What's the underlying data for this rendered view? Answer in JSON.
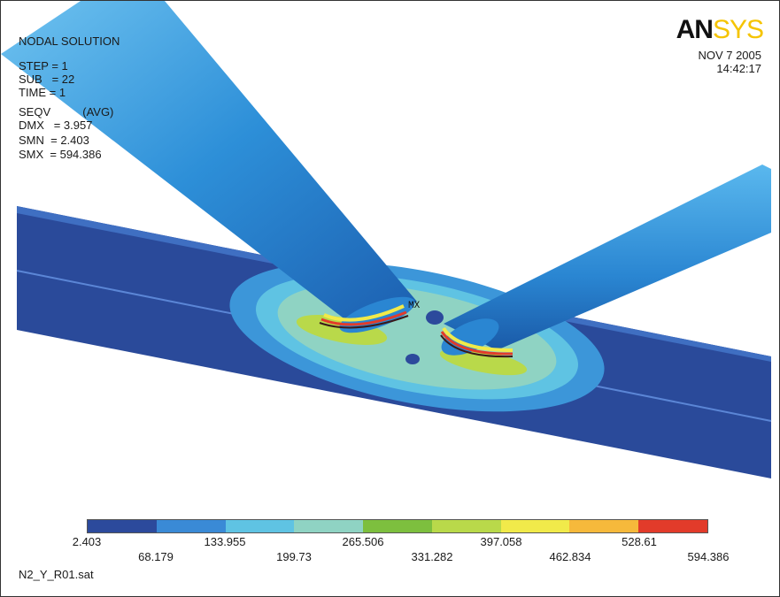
{
  "header": {
    "title": "NODAL SOLUTION",
    "step": "STEP = 1",
    "sub": "SUB   = 22",
    "time": "TIME = 1",
    "seqv": "SEQV          (AVG)",
    "dmx": "DMX   = 3.957",
    "smn": "SMN  = 2.403",
    "smx": "SMX  = 594.386"
  },
  "logo": {
    "an": "AN",
    "sys": "SYS"
  },
  "date": {
    "line1": "NOV   7  2005",
    "line2": "14:42:17"
  },
  "max_marker": "MX",
  "legend": {
    "colors": [
      "#2c4a9c",
      "#3a8ad6",
      "#5fc3e3",
      "#8fd3c3",
      "#7dbf3e",
      "#b9d94a",
      "#f1ea4a",
      "#f6b93b",
      "#e23b2a"
    ],
    "upper_labels": [
      "2.403",
      "133.955",
      "265.506",
      "397.058",
      "528.61"
    ],
    "lower_labels": [
      "68.179",
      "199.73",
      "331.282",
      "462.834",
      "594.386"
    ]
  },
  "filename": "N2_Y_R01.sat"
}
